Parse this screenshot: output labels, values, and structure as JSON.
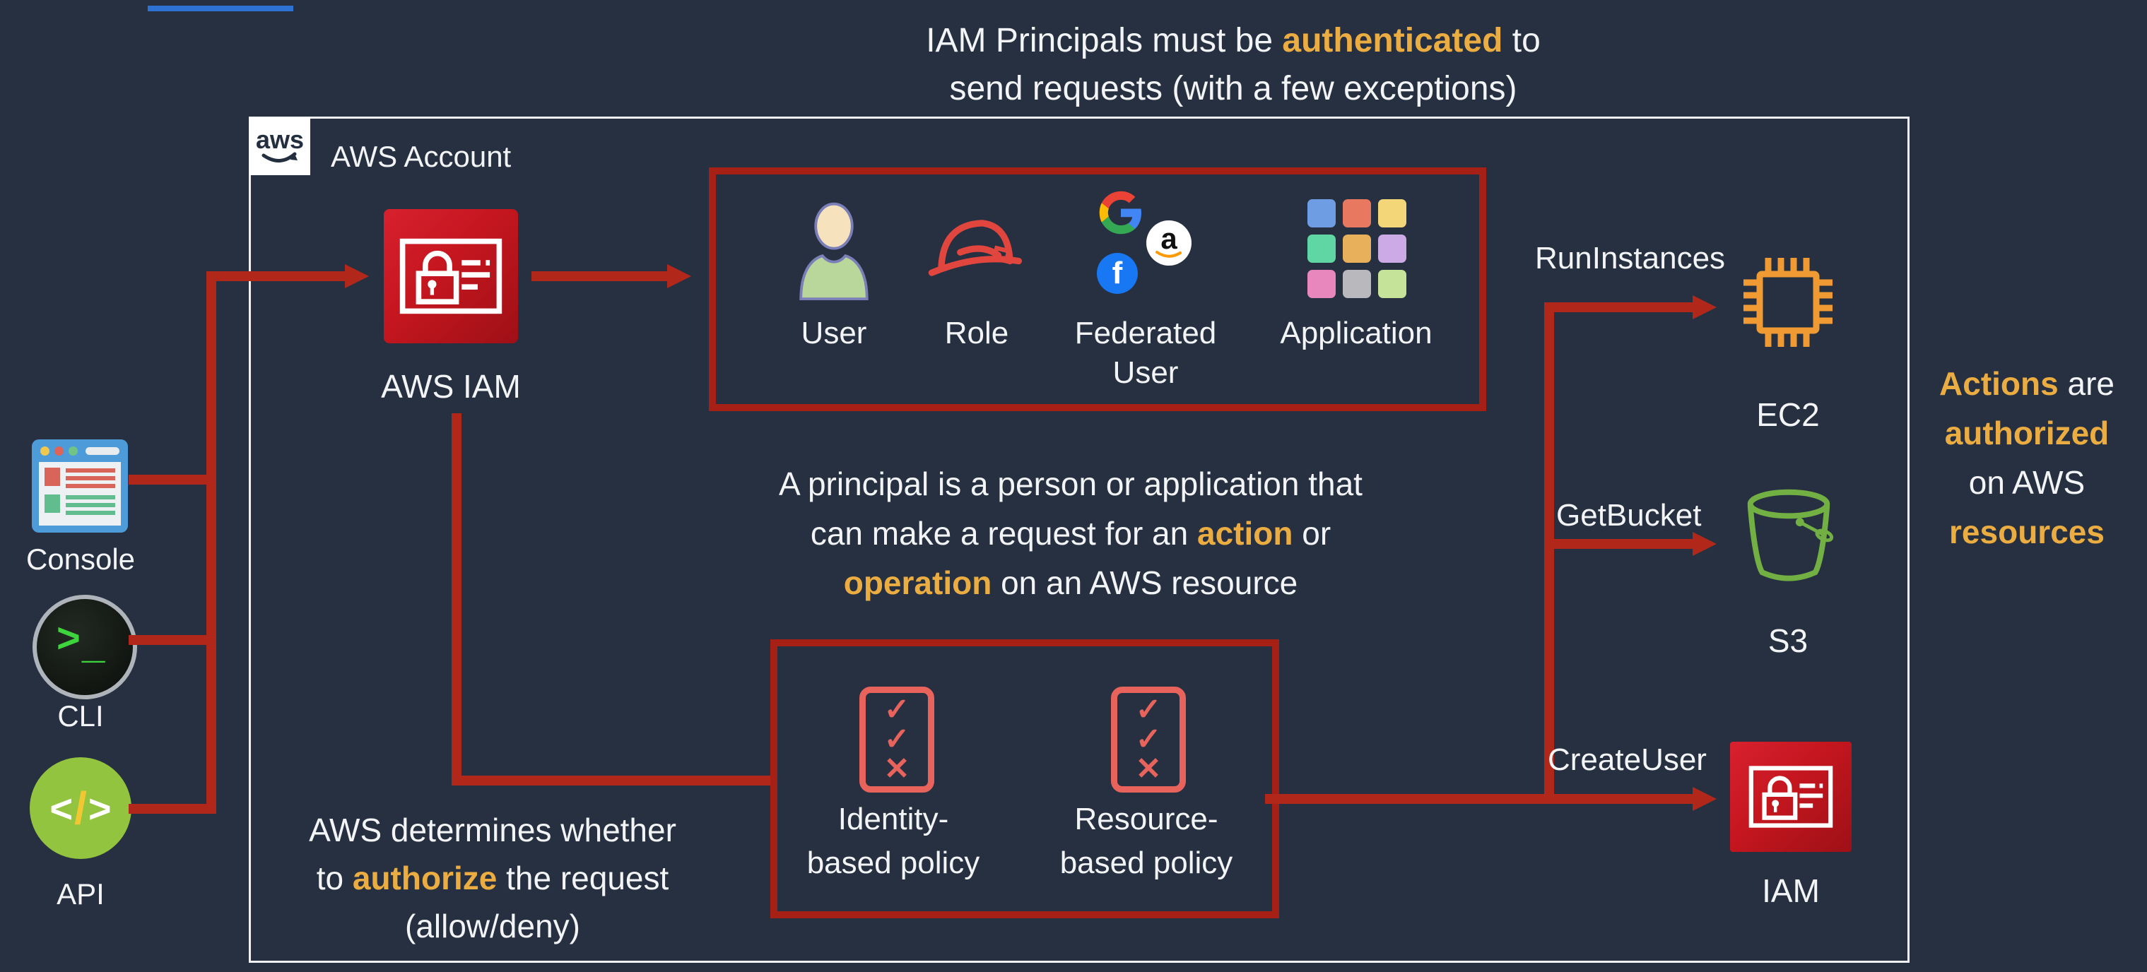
{
  "colors": {
    "background": "#263040",
    "accent_yellow": "#EBAD41",
    "line_red": "#B1281B",
    "box_border_red": "#A62015",
    "panel_border_white": "#EEF0F2",
    "blue_bar": "#2E73D4",
    "ec2_orange": "#EF9A33",
    "s3_green": "#72B043",
    "iam_red": "#C4161F",
    "console_blue": "#4D9BD8",
    "api_green": "#93C43F",
    "facebook_blue": "#1877F2",
    "amazon_orange": "#FF9900"
  },
  "slide": {
    "title_l1a": "IAM Principals must be ",
    "title_l1b": "authenticated",
    "title_l1c": " to",
    "title_l2": "send requests (with a few exceptions)"
  },
  "account": {
    "logo": "aws",
    "label": "AWS Account"
  },
  "iam_service": {
    "label": "AWS IAM"
  },
  "access": {
    "console": "Console",
    "cli": "CLI",
    "api": "API",
    "cli_prompt": ">",
    "cli_cursor": "_",
    "api_open": "<",
    "api_slash": "/",
    "api_close": ">"
  },
  "principals": {
    "user": "User",
    "role": "Role",
    "federated_l1": "Federated",
    "federated_l2": "User",
    "application": "Application",
    "facebook_f": "f",
    "amazon_a": "a"
  },
  "principal_note": {
    "l1": "A principal is a person or application that",
    "l2a": "can make a request for an ",
    "l2b": "action",
    "l2c": " or",
    "l3a": "operation",
    "l3b": " on an AWS resource"
  },
  "decision_note": {
    "l1": "AWS determines whether",
    "l2a": "to ",
    "l2b": "authorize",
    "l2c": " the request",
    "l3": "(allow/deny)"
  },
  "policies": {
    "identity_l1": "Identity-",
    "identity_l2": "based policy",
    "resource_l1": "Resource-",
    "resource_l2": "based policy",
    "check": "✓",
    "cross": "✕"
  },
  "requests": {
    "run": "RunInstances",
    "run_target": "EC2",
    "get": "GetBucket",
    "get_target": "S3",
    "create": "CreateUser",
    "create_target": "IAM"
  },
  "right_note": {
    "l1a": "Actions",
    "l1b": " are",
    "l2": "authorized",
    "l3": "on AWS",
    "l4": "resources"
  }
}
